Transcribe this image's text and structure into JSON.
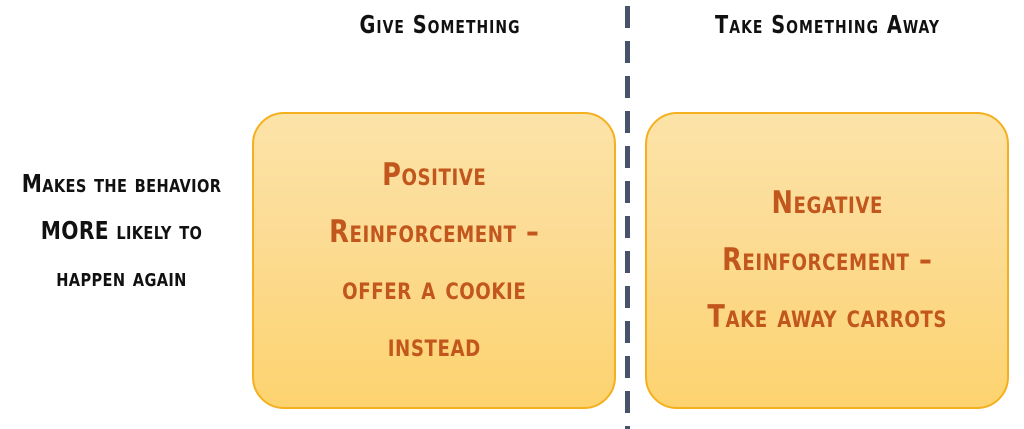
{
  "columns": {
    "left_header": "Give Something",
    "right_header": "Take Something Away"
  },
  "row_label": {
    "line1": "Makes the behavior",
    "line2": "MORE likely to",
    "line3": "happen again"
  },
  "cards": [
    {
      "id": "positive-reinforcement",
      "line1": "Positive",
      "line2": "Reinforcement –",
      "line3": "offer a cookie",
      "line4": "instead"
    },
    {
      "id": "negative-reinforcement",
      "line1": "Negative",
      "line2": "Reinforcement –",
      "line3": "Take away carrots",
      "line4": ""
    }
  ],
  "colors": {
    "card_border": "#F5B01F",
    "card_fill_top": "#FCE3A8",
    "card_fill_bottom": "#FDD36F",
    "card_text": "#C2571D",
    "label_text": "#111111",
    "divider": "#46536A",
    "background": "#FFFFFF"
  }
}
